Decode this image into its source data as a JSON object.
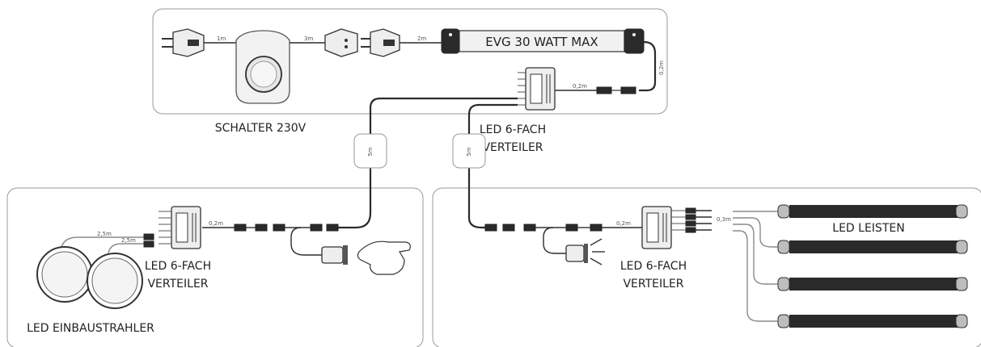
{
  "labels": {
    "schalter": "SCHALTER 230V",
    "evg": "EVG 30 WATT MAX",
    "verteiler_top_1": "LED 6-FACH",
    "verteiler_top_2": "VERTEILER",
    "verteiler_left_1": "LED 6-FACH",
    "verteiler_left_2": "VERTEILER",
    "verteiler_right_1": "LED 6-FACH",
    "verteiler_right_2": "VERTEILER",
    "einbaustrahler": "LED EINBAUSTRAHLER",
    "leisten": "LED LEISTEN"
  },
  "cable_lengths": {
    "plug_to_switch": "1m",
    "switch_to_coupler": "3m",
    "plug_to_evg": "2m",
    "evg_output": "0,2m",
    "verteiler_top_output": "0,2m",
    "drop_left": "5m",
    "drop_right": "5m",
    "verteiler_left_output": "0,2m",
    "spot_1": "2,5m",
    "spot_2": "2,5m",
    "verteiler_right_output": "0,2m",
    "leisten_feed": "0,3m"
  },
  "colors": {
    "panel_border": "#9a9a9a",
    "cable": "#2b2b2b",
    "led_strip": "#2a2a2a",
    "device_fill": "#eeeeee"
  }
}
